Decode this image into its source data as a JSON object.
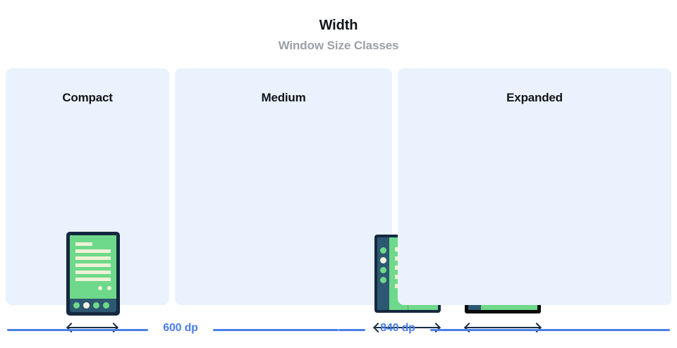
{
  "header": {
    "title": "Width",
    "subtitle": "Window Size Classes"
  },
  "panels": [
    {
      "id": "compact",
      "label": "Compact",
      "devices": [
        {
          "id": "phone",
          "type": "phone-portrait",
          "icon": "phone-icon"
        }
      ]
    },
    {
      "id": "medium",
      "label": "Medium",
      "devices": [
        {
          "id": "foldable-portrait",
          "type": "foldable-open-portrait",
          "icon": "foldable-icon"
        },
        {
          "id": "tablet-portrait",
          "type": "tablet-portrait",
          "icon": "tablet-portrait-icon"
        }
      ]
    },
    {
      "id": "expanded",
      "label": "Expanded",
      "devices": [
        {
          "id": "foldable-landscape",
          "type": "foldable-open-landscape",
          "icon": "foldable-landscape-icon"
        },
        {
          "id": "tablet-landscape",
          "type": "tablet-landscape",
          "icon": "tablet-landscape-icon"
        }
      ]
    }
  ],
  "breakpoints": [
    {
      "id": "bp-600",
      "label": "600 dp"
    },
    {
      "id": "bp-840",
      "label": "840 dp"
    }
  ],
  "colors": {
    "panel_bg": "#eaf2fd",
    "screen_green": "#6ed98a",
    "content_cream": "#eef2d6",
    "rail_slate": "#2d5871",
    "frame_navy": "#14293f",
    "frame_black": "#0a0a0a",
    "topbar_blue": "#5b86a8",
    "accent_blue": "#4a7fe8",
    "title_black": "#111418",
    "subtitle_gray": "#9aa0a6",
    "arrow_navy": "#1b2f45"
  },
  "arrows": {
    "name": "width-measure-arrow",
    "direction": "double-headed-horizontal"
  }
}
